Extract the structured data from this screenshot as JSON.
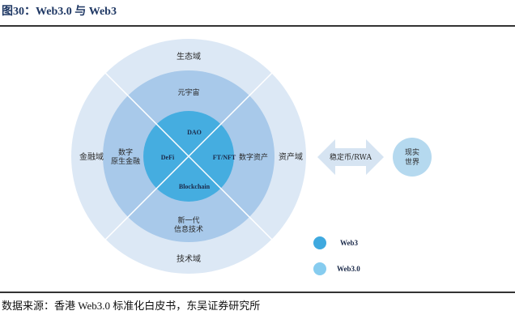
{
  "figure": {
    "title": "图30：Web3.0 与 Web3",
    "source": "数据来源：香港 Web3.0 标准化白皮书，东吴证券研究所"
  },
  "colors": {
    "outer_ring": "#dce8f5",
    "middle_ring": "#a8c9ea",
    "inner_core": "#45ade0",
    "divider": "#ffffff",
    "arrow": "#d6e4f2",
    "real_world": "#b5d9ef",
    "legend_web3": "#3fa9df",
    "legend_web30": "#86ccef",
    "title": "#1f3864"
  },
  "diagram": {
    "outer_ring": {
      "top": "生态域",
      "left": "金融域",
      "right": "资产域",
      "bottom": "技术域"
    },
    "middle_ring": {
      "top": "元宇宙",
      "left_line1": "数字",
      "left_line2": "原生金融",
      "right": "数字资产",
      "bottom_line1": "新一代",
      "bottom_line2": "信息技术"
    },
    "inner_core": {
      "top": "DAO",
      "left": "DeFi",
      "right": "FT/NFT",
      "bottom": "Blockchain"
    },
    "bridge_arrow": {
      "label": "稳定币/RWA"
    },
    "real_world": {
      "line1": "现实",
      "line2": "世界"
    },
    "legend": [
      {
        "label": "Web3"
      },
      {
        "label": "Web3.0"
      }
    ]
  }
}
